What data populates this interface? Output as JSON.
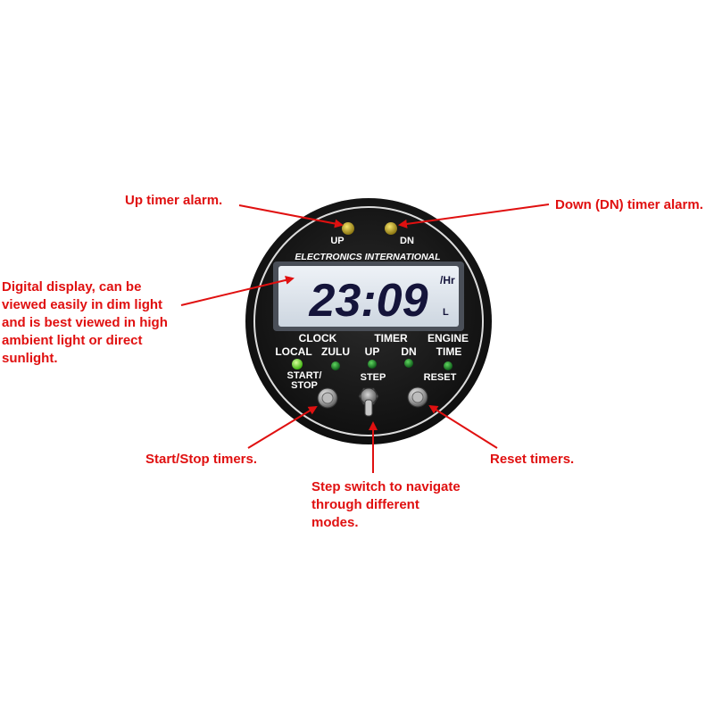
{
  "callouts": {
    "up_alarm": "Up timer alarm.",
    "dn_alarm": "Down (DN) timer alarm.",
    "display_lines": [
      "Digital display, can be",
      "viewed easily in dim light",
      "and is best viewed in high",
      "ambient light or direct",
      "sunlight."
    ],
    "start_stop": "Start/Stop timers.",
    "reset": "Reset timers.",
    "step_lines": [
      "Step switch to navigate",
      "through different",
      "modes."
    ]
  },
  "instrument": {
    "brand": "ELECTRONICS INTERNATIONAL",
    "display": {
      "time": "23:09",
      "unit": "/Hr",
      "mode": "L"
    },
    "alarm_leds": {
      "up": "UP",
      "dn": "DN"
    },
    "group_labels": {
      "clock": "CLOCK",
      "timer": "TIMER",
      "engine": "ENGINE"
    },
    "mode_labels": {
      "local": "LOCAL",
      "zulu": "ZULU",
      "up": "UP",
      "dn": "DN",
      "time": "TIME"
    },
    "control_labels": {
      "start": "START/",
      "stop": "STOP",
      "step": "STEP",
      "reset": "RESET"
    }
  },
  "colors": {
    "callout": "#e01010",
    "bezel": "#1a1a1a",
    "lcd": "#dfe6ee",
    "lcd_digits": "#14143a",
    "alarm_led": "#c9b21e",
    "mode_led_active": "#7dff2a",
    "mode_led": "#1f9a2a"
  }
}
